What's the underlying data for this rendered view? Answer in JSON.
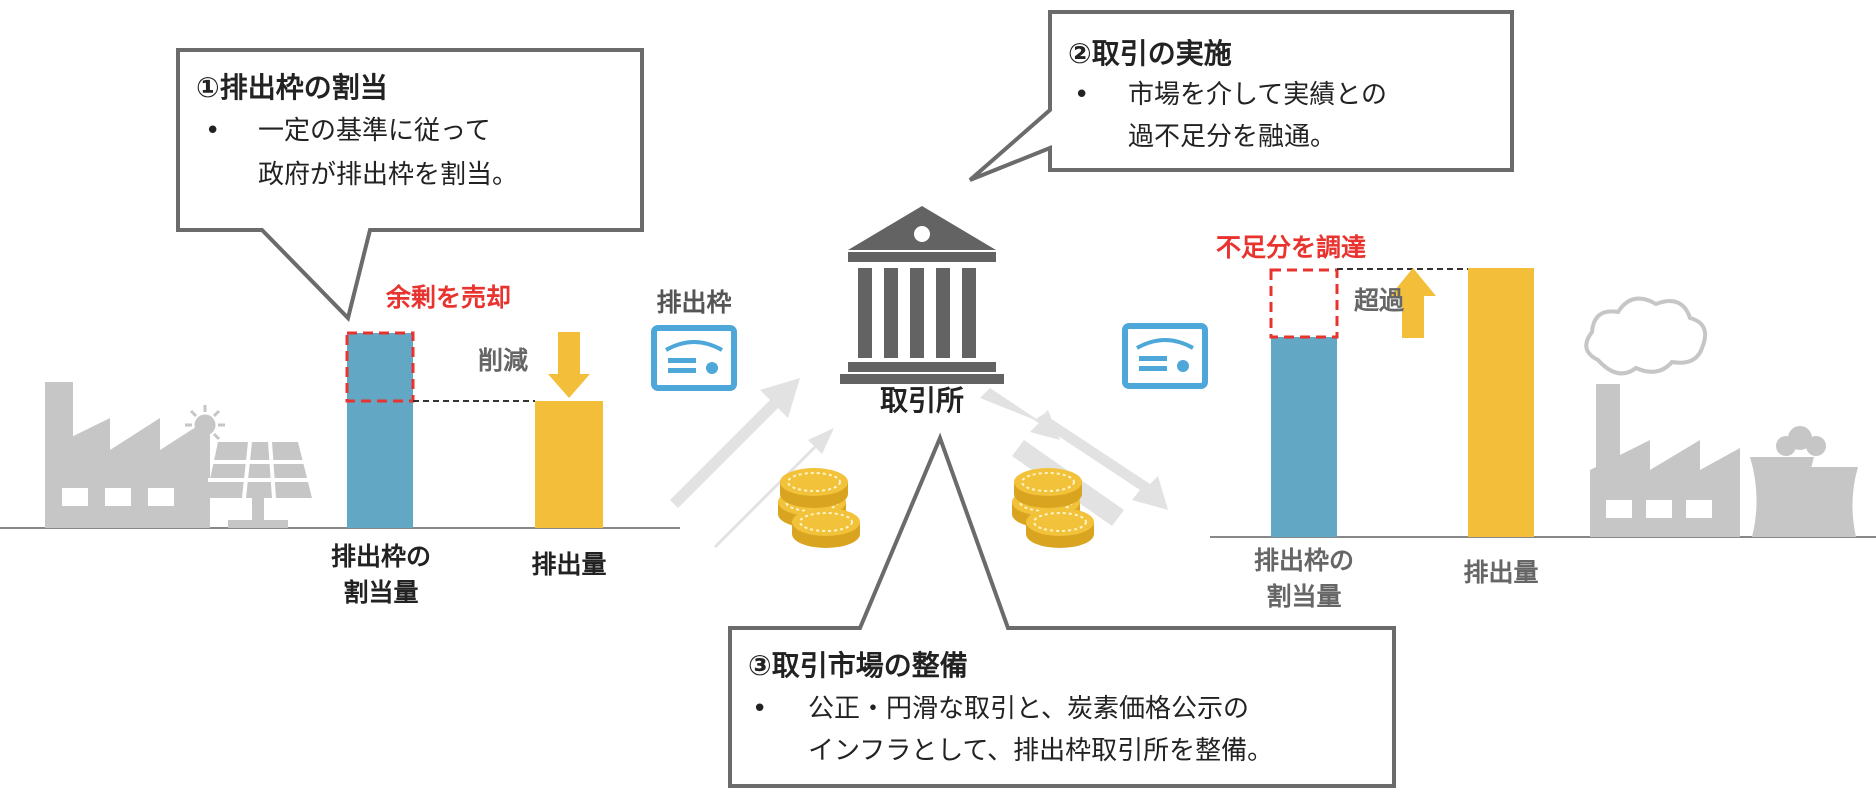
{
  "callouts": {
    "allocation": {
      "title": "①排出枠の割当",
      "bullet": "•",
      "line1": "一定の基準に従って",
      "line2": "政府が排出枠を割当。"
    },
    "trade": {
      "title": "②取引の実施",
      "bullet": "•",
      "line1": "市場を介して実績との",
      "line2": "過不足分を融通。"
    },
    "market": {
      "title": "③取引市場の整備",
      "bullet": "•",
      "line1": "公正・円滑な取引と、炭素価格公示の",
      "line2": "インフラとして、排出枠取引所を整備。"
    }
  },
  "left": {
    "sell_label": "余剰を売却",
    "reduce_label": "削減",
    "allocation_label_1": "排出枠の",
    "allocation_label_2": "割当量",
    "emission_label": "排出量"
  },
  "center": {
    "credit_label": "排出枠",
    "exchange_label": "取引所"
  },
  "right": {
    "procure_label": "不足分を調達",
    "excess_label": "超過",
    "allocation_label_1": "排出枠の",
    "allocation_label_2": "割当量",
    "emission_label": "排出量"
  },
  "colors": {
    "allocation_bar": "#62a7c4",
    "emission_bar": "#f3bf3b",
    "highlight_red": "#e8332f",
    "callout_border": "#6b6b6b",
    "factory_grey": "#c6c6c6",
    "exchange_icon": "#636363",
    "coin_gold": "#f2c23a",
    "credit_blue": "#4ea7d9"
  },
  "icons": [
    "factory-icon",
    "solar-panel-icon",
    "sun-icon",
    "credit-certificate-icon",
    "exchange-building-icon",
    "coins-icon",
    "trade-arrows-icon",
    "smoke-icon",
    "power-plant-icon"
  ]
}
